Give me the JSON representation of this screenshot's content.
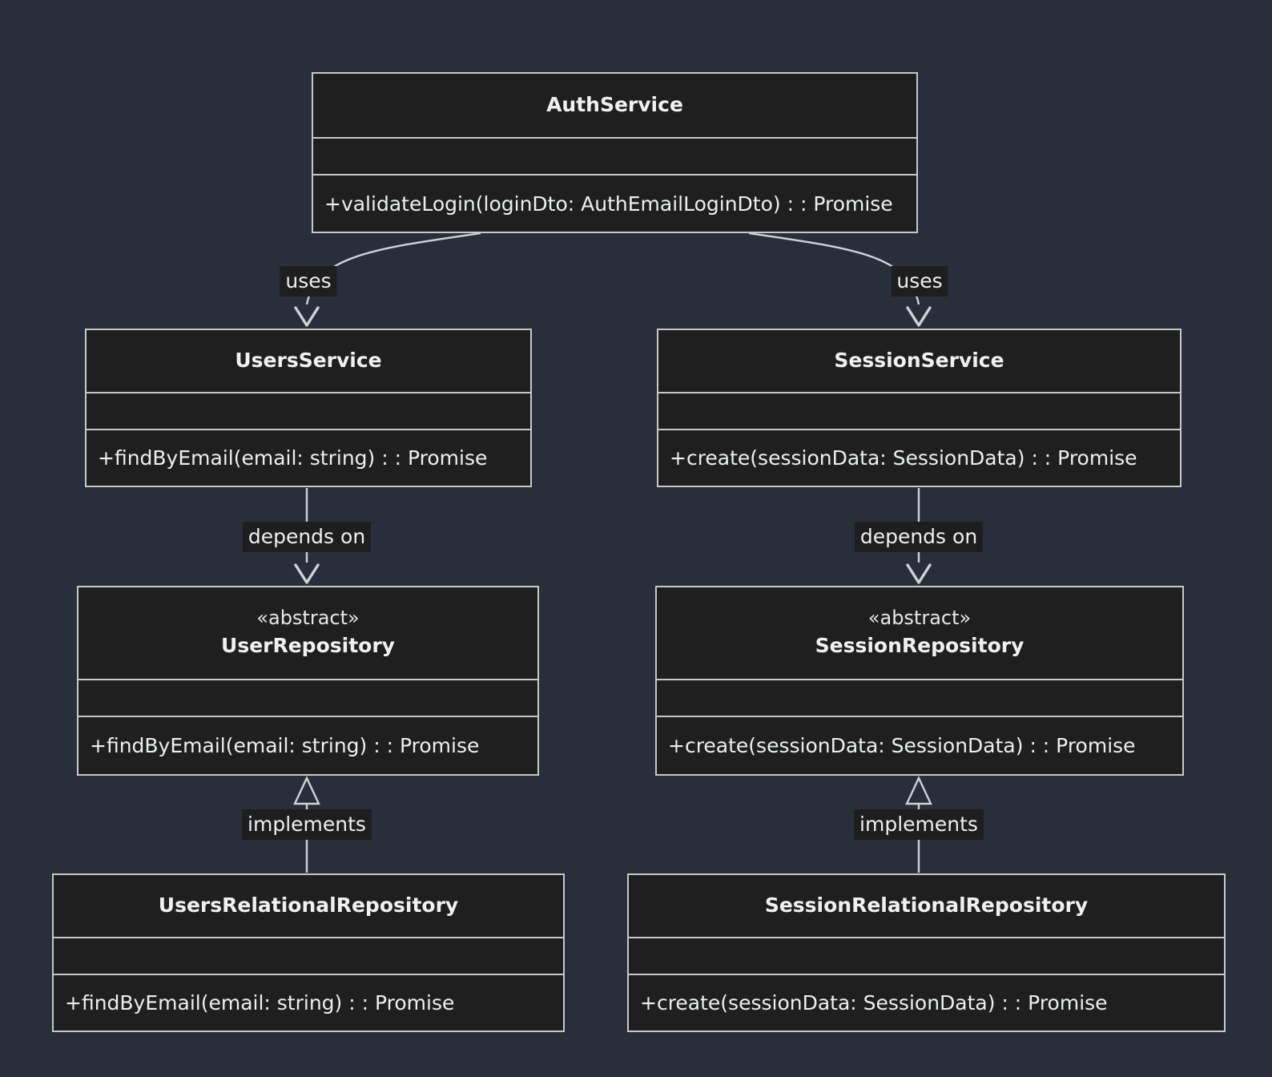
{
  "diagram": {
    "kind": "uml-class-diagram",
    "background_color": "#282f3b",
    "box_fill_color": "#1f1f1f",
    "box_border_color": "#c8c8c8",
    "text_color": "#eceff1"
  },
  "classes": [
    {
      "id": "AuthService",
      "stereotype": "",
      "name": "AuthService",
      "attributes": [],
      "methods": [
        "+validateLogin(loginDto: AuthEmailLoginDto) : : Promise"
      ]
    },
    {
      "id": "UsersService",
      "stereotype": "",
      "name": "UsersService",
      "attributes": [],
      "methods": [
        "+findByEmail(email: string) : : Promise"
      ]
    },
    {
      "id": "SessionService",
      "stereotype": "",
      "name": "SessionService",
      "attributes": [],
      "methods": [
        "+create(sessionData: SessionData) : : Promise"
      ]
    },
    {
      "id": "UserRepository",
      "stereotype": "«abstract»",
      "name": "UserRepository",
      "attributes": [],
      "methods": [
        "+findByEmail(email: string) : : Promise"
      ]
    },
    {
      "id": "SessionRepository",
      "stereotype": "«abstract»",
      "name": "SessionRepository",
      "attributes": [],
      "methods": [
        "+create(sessionData: SessionData) : : Promise"
      ]
    },
    {
      "id": "UsersRelationalRepository",
      "stereotype": "",
      "name": "UsersRelationalRepository",
      "attributes": [],
      "methods": [
        "+findByEmail(email: string) : : Promise"
      ]
    },
    {
      "id": "SessionRelationalRepository",
      "stereotype": "",
      "name": "SessionRelationalRepository",
      "attributes": [],
      "methods": [
        "+create(sessionData: SessionData) : : Promise"
      ]
    }
  ],
  "relationships": [
    {
      "id": "auth-users",
      "from": "AuthService",
      "to": "UsersService",
      "label": "uses",
      "arrow": "open-arrow"
    },
    {
      "id": "auth-session",
      "from": "AuthService",
      "to": "SessionService",
      "label": "uses",
      "arrow": "open-arrow"
    },
    {
      "id": "users-userrepo",
      "from": "UsersService",
      "to": "UserRepository",
      "label": "depends on",
      "arrow": "open-arrow"
    },
    {
      "id": "session-sessrepo",
      "from": "SessionService",
      "to": "SessionRepository",
      "label": "depends on",
      "arrow": "open-arrow"
    },
    {
      "id": "usersrel-userrepo",
      "from": "UsersRelationalRepository",
      "to": "UserRepository",
      "label": "implements",
      "arrow": "hollow-triangle"
    },
    {
      "id": "sessrel-sessrepo",
      "from": "SessionRelationalRepository",
      "to": "SessionRepository",
      "label": "implements",
      "arrow": "hollow-triangle"
    }
  ]
}
